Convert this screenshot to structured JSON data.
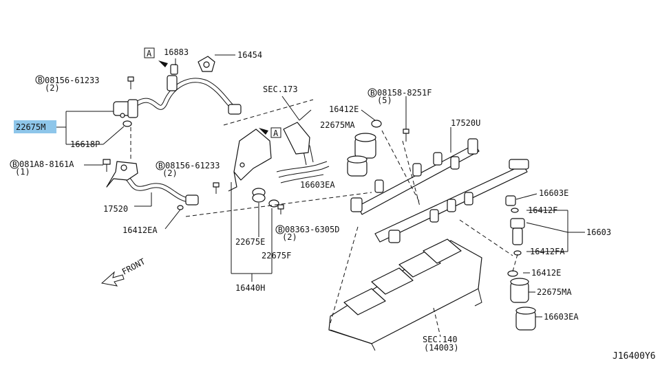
{
  "diagram": {
    "code": "J16400Y6",
    "front_label": "FRONT",
    "view_marker": "A",
    "highlight_color": "#8ec6ea",
    "labels": {
      "p16883": "16883",
      "p16454": "16454",
      "p08156_61233_a": "08156-61233",
      "qty_a": "(2)",
      "p22675M": "22675M",
      "p16618P": "16618P",
      "p081A8_8161A": "081A8-8161A",
      "qty_b": "(1)",
      "p08156_61233_b": "08156-61233",
      "qty_c": "(2)",
      "p17520": "17520",
      "p16412EA": "16412EA",
      "sec173": "SEC.173",
      "p16412E_a": "16412E",
      "p22675MA_a": "22675MA",
      "p16603EA_a": "16603EA",
      "p08158_8251F": "08158-8251F",
      "qty_d": "(5)",
      "p17520U": "17520U",
      "p16603E": "16603E",
      "p16412F": "16412F",
      "p16603": "16603",
      "p16412FA": "16412FA",
      "p16412E_b": "16412E",
      "p22675MA_b": "22675MA",
      "p16603EA_b": "16603EA",
      "p08363_6305D": "08363-6305D",
      "qty_e": "(2)",
      "p22675E": "22675E",
      "p22675F": "22675F",
      "p16440H": "16440H",
      "sec140": "SEC.140",
      "sec140_sub": "(14003)"
    }
  }
}
